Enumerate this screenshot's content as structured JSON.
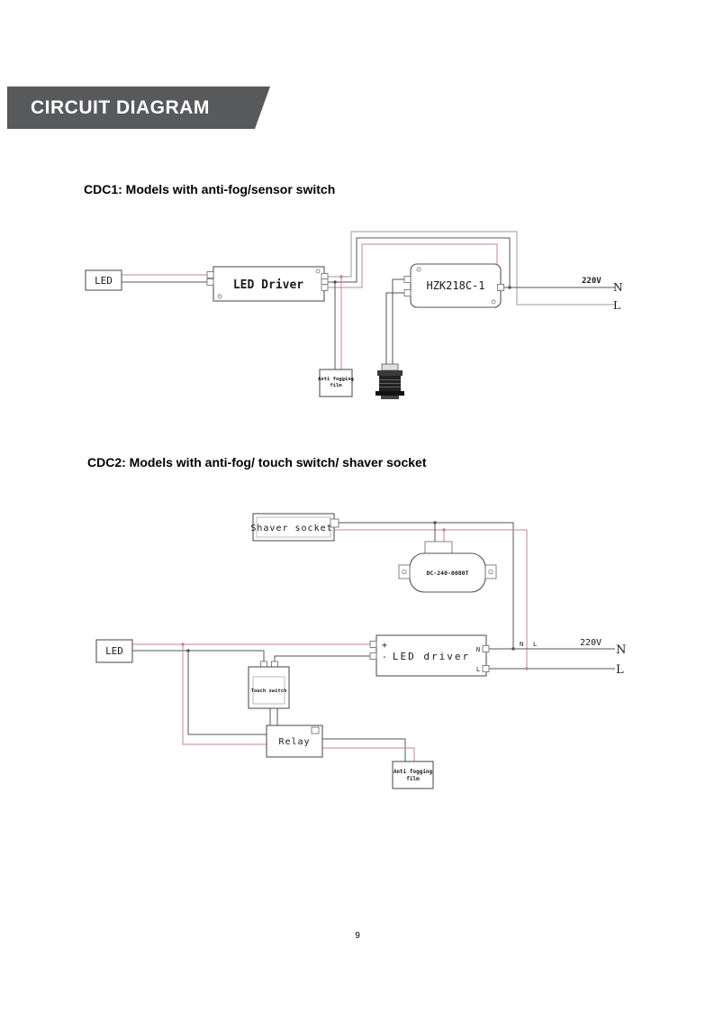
{
  "banner": {
    "title": "CIRCUIT DIAGRAM"
  },
  "sections": [
    {
      "heading": "CDC1: Models with anti-fog/sensor switch",
      "labels": {
        "led": "LED",
        "driver": "LED Driver",
        "sensor_switch": "HZK218C-1",
        "voltage": "220V",
        "neutral": "N",
        "live": "L",
        "antifog_1": "Anti fogging",
        "antifog_2": "film"
      }
    },
    {
      "heading": "CDC2: Models with anti-fog/ touch switch/ shaver socket",
      "labels": {
        "shaver_socket": "Shaver socket",
        "transformer": "DC-240-0080T",
        "led": "LED",
        "driver": "LED driver",
        "voltage": "220V",
        "neutral": "N",
        "live": "L",
        "plus": "+",
        "minus": "-",
        "n_term": "N",
        "l_term": "L",
        "n_tap": "N",
        "l_tap": "L",
        "touch_switch": "Touch switch",
        "relay": "Relay",
        "antifog_1": "Anti fogging",
        "antifog_2": "film"
      }
    }
  ],
  "footer": {
    "page_number": "9"
  },
  "colors": {
    "banner_bg": "#58595b",
    "wire_pink": "#c4849a",
    "wire_dark": "#555555",
    "wire_gray": "#9a9a9a"
  }
}
